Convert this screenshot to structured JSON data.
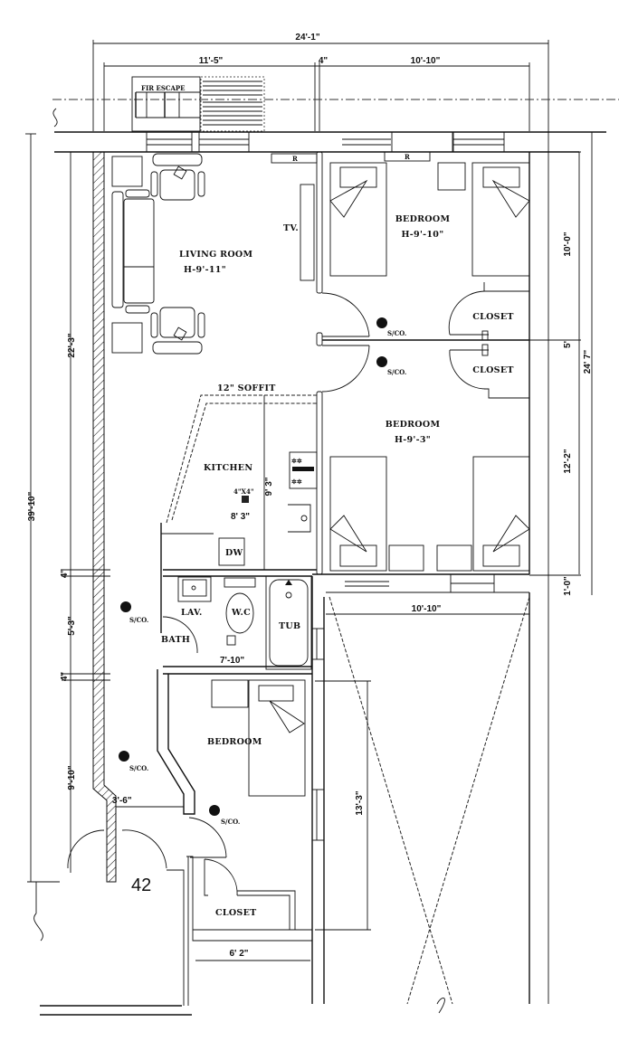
{
  "plan": {
    "unit_number": "42",
    "rooms": {
      "living_room": {
        "name": "LIVING ROOM",
        "height": "H-9'-11\""
      },
      "bedroom_top": {
        "name": "BEDROOM",
        "height": "H-9'-10\""
      },
      "bedroom_middle": {
        "name": "BEDROOM",
        "height": "H-9'-3\""
      },
      "bedroom_bottom": {
        "name": "BEDROOM"
      },
      "kitchen": {
        "name": "KITCHEN"
      },
      "bath": {
        "name": "BATH"
      },
      "closet_1": {
        "name": "CLOSET"
      },
      "closet_2": {
        "name": "CLOSET"
      },
      "closet_3": {
        "name": "CLOSET"
      }
    },
    "labels": {
      "fire_escape": "FIR ESCAPE",
      "soffit": "12\" SOFFIT",
      "tv": "TV.",
      "radiator": "R",
      "lav": "LAV.",
      "wc": "W.C",
      "tub": "TUB",
      "dishwasher": "DW",
      "vent": "4\"X4\"",
      "smoke_co": "S/CO."
    },
    "dimensions": {
      "overall_width": "24'-1\"",
      "left_width": "11'-5\"",
      "wall": "4\"",
      "right_width": "10'-10\"",
      "overall_depth": "39'-10\"",
      "living_depth": "22'-3\"",
      "bath_depth": "5'-3\"",
      "bedroom_bottom_depth": "9'-10\"",
      "right_total": "24' 7\"",
      "bedroom_top_depth": "10'-0\"",
      "closet_wall": "5'",
      "bedroom_mid_depth": "12'-2\"",
      "offset": "1'-0\"",
      "kitchen_depth": "9' 3\"",
      "kitchen_width": "8' 3\"",
      "bath_width": "7'-10\"",
      "lower_right_width": "10'-10\"",
      "lower_right_depth": "13'-3\"",
      "hall_width": "3'-6\"",
      "closet_width": "6' 2\""
    },
    "icons": [
      "smoke-co-detector-icon",
      "door-swing-icon",
      "bed-icon",
      "sofa-icon",
      "armchair-icon",
      "stove-icon",
      "sink-icon",
      "toilet-icon",
      "bathtub-icon",
      "window-icon",
      "break-line-icon"
    ]
  }
}
